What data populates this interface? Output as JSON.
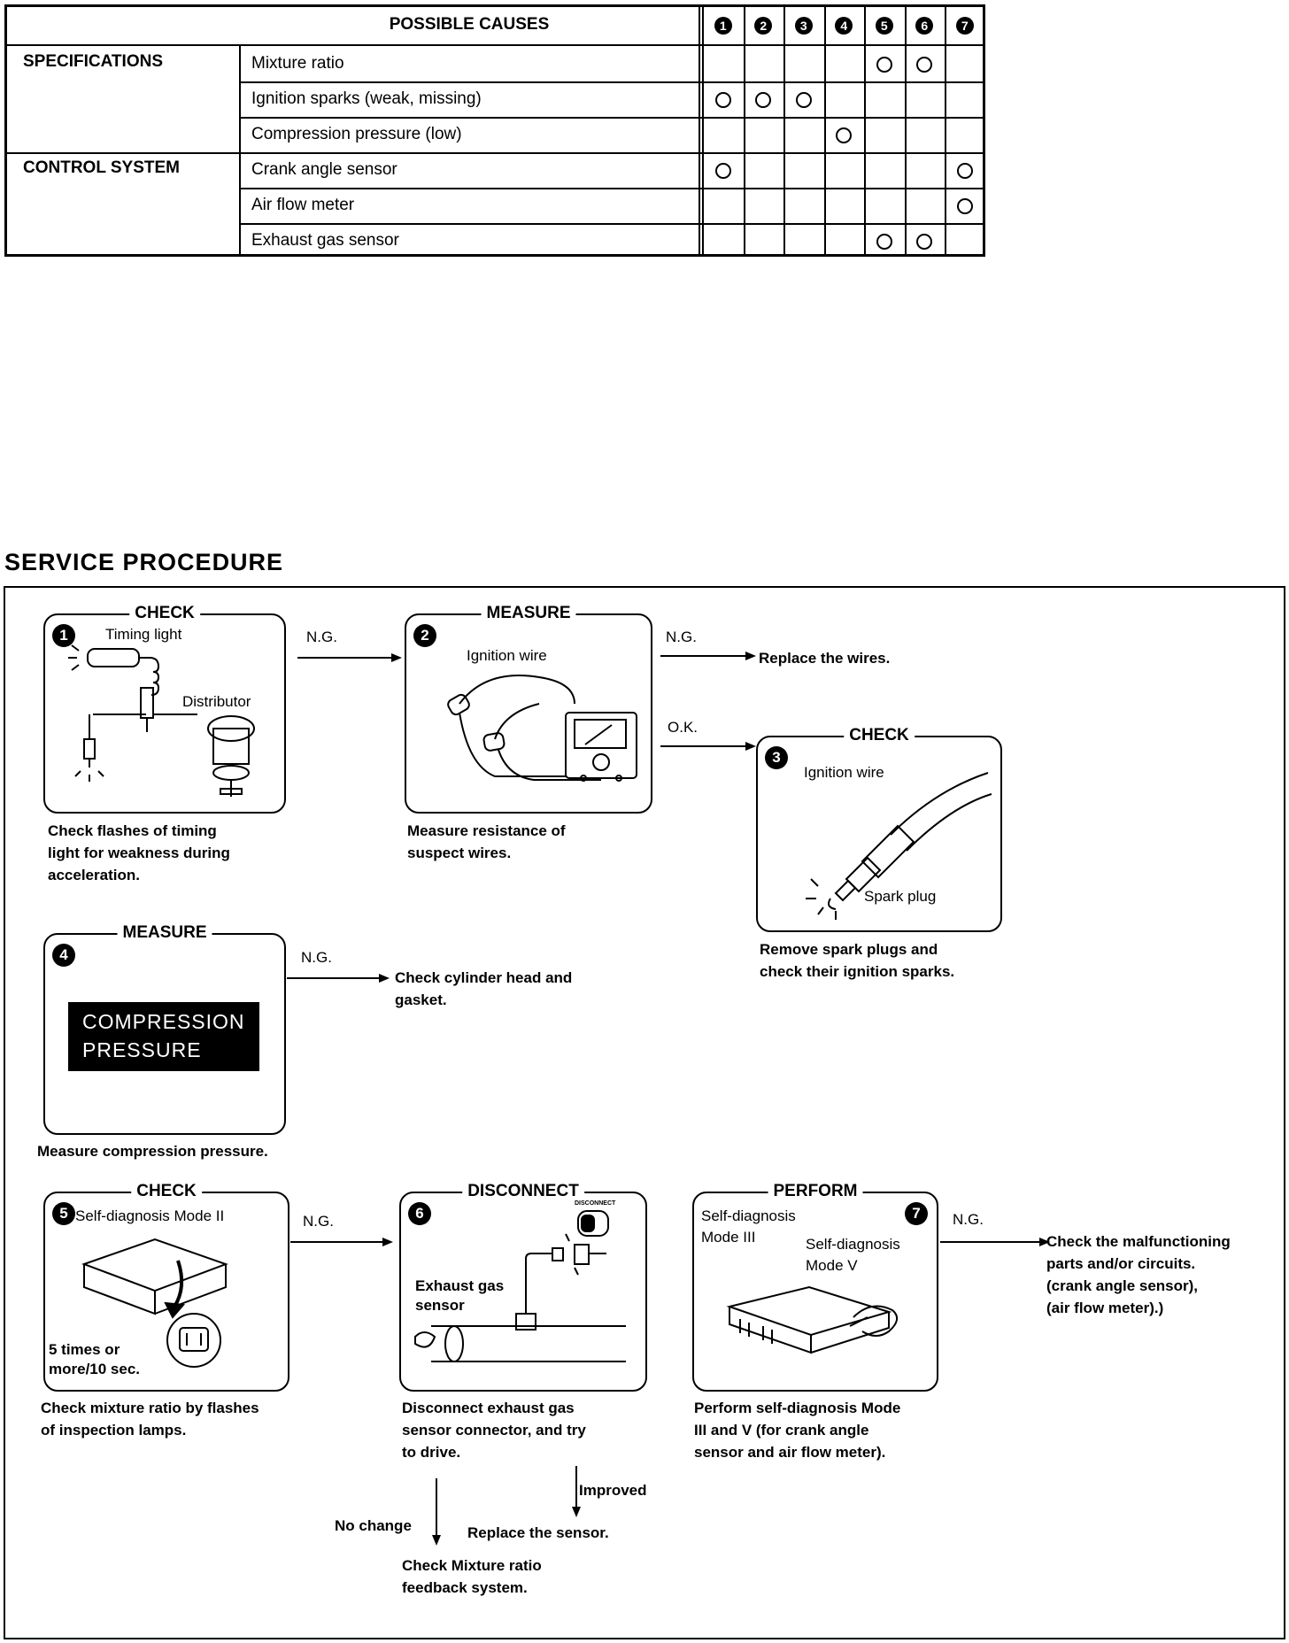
{
  "causes_table": {
    "header": "POSSIBLE CAUSES",
    "column_numbers": [
      "1",
      "2",
      "3",
      "4",
      "5",
      "6",
      "7"
    ],
    "groups": [
      {
        "name": "SPECIFICATIONS",
        "rows": [
          {
            "label": "Mixture ratio",
            "marks": [
              5,
              6
            ]
          },
          {
            "label": "Ignition sparks (weak, missing)",
            "marks": [
              1,
              2,
              3
            ]
          },
          {
            "label": "Compression pressure (low)",
            "marks": [
              4
            ]
          }
        ]
      },
      {
        "name": "CONTROL SYSTEM",
        "rows": [
          {
            "label": "Crank angle sensor",
            "marks": [
              1,
              7
            ]
          },
          {
            "label": "Air flow meter",
            "marks": [
              7
            ]
          },
          {
            "label": "Exhaust gas sensor",
            "marks": [
              5,
              6
            ]
          }
        ]
      }
    ]
  },
  "service": {
    "title": "SERVICE PROCEDURE",
    "steps": {
      "s1": {
        "num": "1",
        "title": "CHECK",
        "labels": [
          "Timing light",
          "Distributor"
        ],
        "caption": "Check flashes of timing\nlight for weakness during\nacceleration."
      },
      "s2": {
        "num": "2",
        "title": "MEASURE",
        "labels": [
          "Ignition wire"
        ],
        "caption": "Measure resistance of\nsuspect wires."
      },
      "s3": {
        "num": "3",
        "title": "CHECK",
        "labels": [
          "Ignition wire",
          "Spark plug"
        ],
        "caption": "Remove spark plugs and\ncheck their ignition sparks."
      },
      "s4": {
        "num": "4",
        "title": "MEASURE",
        "box_text": "COMPRESSION\nPRESSURE",
        "caption": "Measure compression pressure."
      },
      "s5": {
        "num": "5",
        "title": "CHECK",
        "labels": [
          "Self-diagnosis Mode II",
          "5 times or\nmore/10 sec."
        ],
        "caption": "Check mixture ratio by flashes\nof inspection lamps."
      },
      "s6": {
        "num": "6",
        "title": "DISCONNECT",
        "labels": [
          "Exhaust gas\nsensor",
          "DISCONNECT"
        ],
        "caption": "Disconnect exhaust gas\nsensor connector, and try\nto drive."
      },
      "s7": {
        "num": "7",
        "title": "PERFORM",
        "labels": [
          "Self-diagnosis\nMode III",
          "Self-diagnosis\nMode V"
        ],
        "caption": "Perform self-diagnosis Mode\nIII and V (for crank angle\nsensor and air flow meter)."
      }
    },
    "flow": {
      "ng": "N.G.",
      "ok": "O.K.",
      "replace_wires": "Replace the wires.",
      "check_head": "Check cylinder head and\ngasket.",
      "check_malfunction": "Check the malfunctioning\nparts and/or circuits.\n(crank angle sensor),\n(air flow meter).)",
      "no_change": "No change",
      "improved": "Improved",
      "replace_sensor": "Replace the sensor.",
      "check_feedback": "Check Mixture ratio\nfeedback system."
    }
  }
}
